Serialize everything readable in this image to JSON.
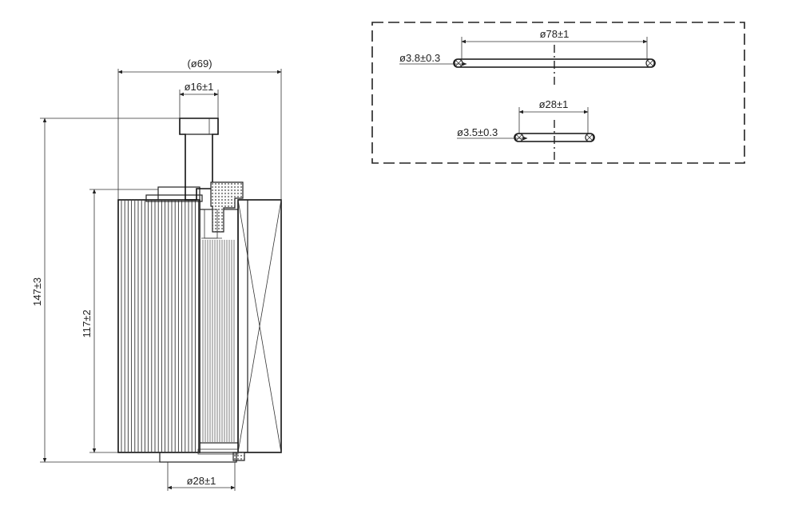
{
  "dimensions": {
    "outer_diameter": "(ø69)",
    "outlet_diameter": "ø16±1",
    "bottom_diameter": "ø28±1",
    "total_height": "147±3",
    "element_height": "117±2"
  },
  "orings": {
    "large_diameter": "ø78±1",
    "large_section": "ø3.8±0.3",
    "small_diameter": "ø28±1",
    "small_section": "ø3.5±0.3"
  },
  "colors": {
    "line": "#222222",
    "seal_fill": "#f2f2f2"
  }
}
